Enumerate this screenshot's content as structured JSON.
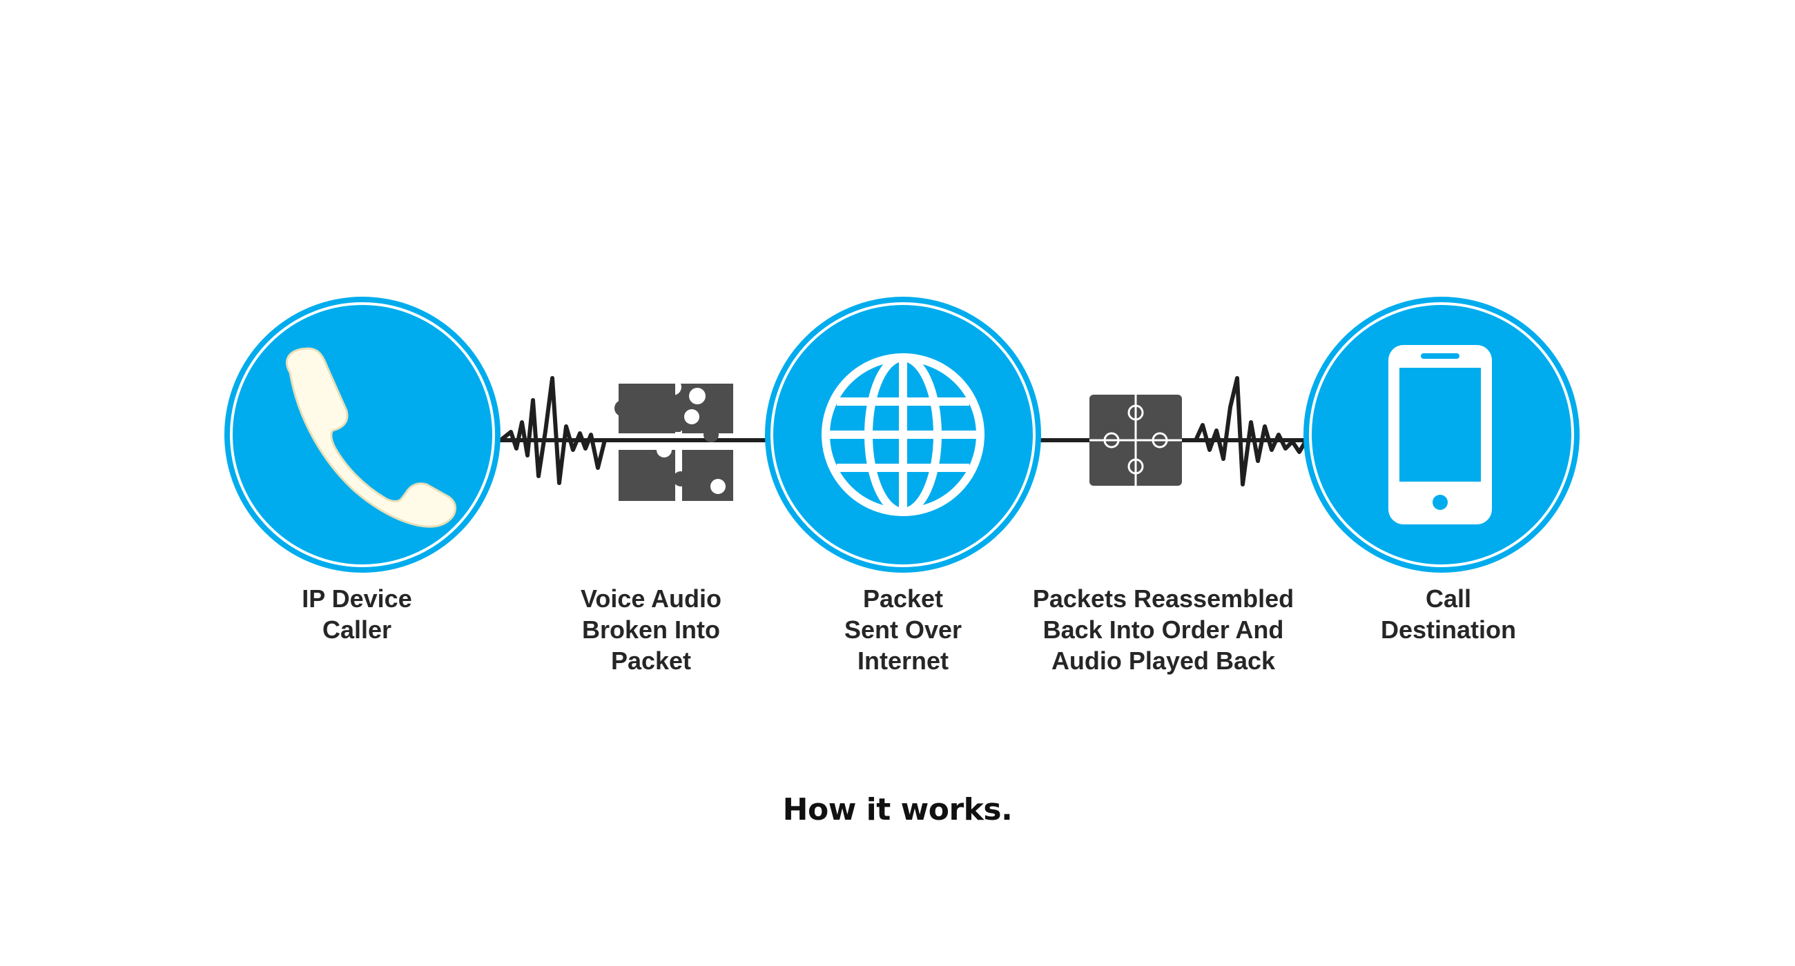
{
  "colors": {
    "circle_fill": "#00aced",
    "circle_ring": "#00aced",
    "puzzle": "#4d4d4d",
    "wire": "#1f1f1f",
    "icon_white": "#ffffff",
    "handset": "#fffbe8"
  },
  "steps": [
    {
      "icon": "phone-handset-icon",
      "lines": [
        "IP Device",
        "Caller"
      ]
    },
    {
      "icon": "puzzle-pieces-separated-icon",
      "lines": [
        "Voice Audio",
        "Broken Into",
        "Packet"
      ]
    },
    {
      "icon": "globe-icon",
      "lines": [
        "Packet",
        "Sent Over",
        "Internet"
      ]
    },
    {
      "icon": "puzzle-pieces-assembled-icon",
      "lines": [
        "Packets Reassembled",
        "Back Into Order And",
        "Audio Played Back"
      ]
    },
    {
      "icon": "smartphone-icon",
      "lines": [
        "Call",
        "Destination"
      ]
    }
  ],
  "caption": "How it works."
}
